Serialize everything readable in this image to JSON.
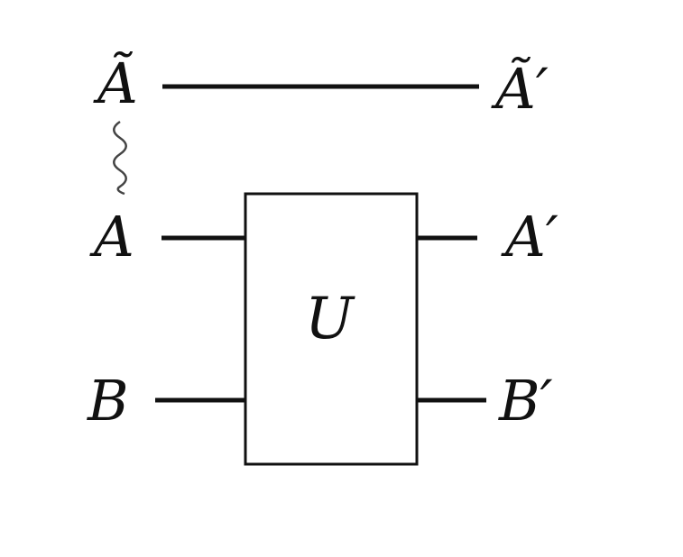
{
  "wires": {
    "ancilla": {
      "in_label": "Ã",
      "out_label": "Ã′"
    },
    "system_a": {
      "in_label": "A",
      "out_label": "A′"
    },
    "system_b": {
      "in_label": "B",
      "out_label": "B′"
    }
  },
  "gate": {
    "label": "U"
  },
  "colors": {
    "line": "#111111",
    "entanglement": "#444444",
    "background": "#ffffff"
  }
}
